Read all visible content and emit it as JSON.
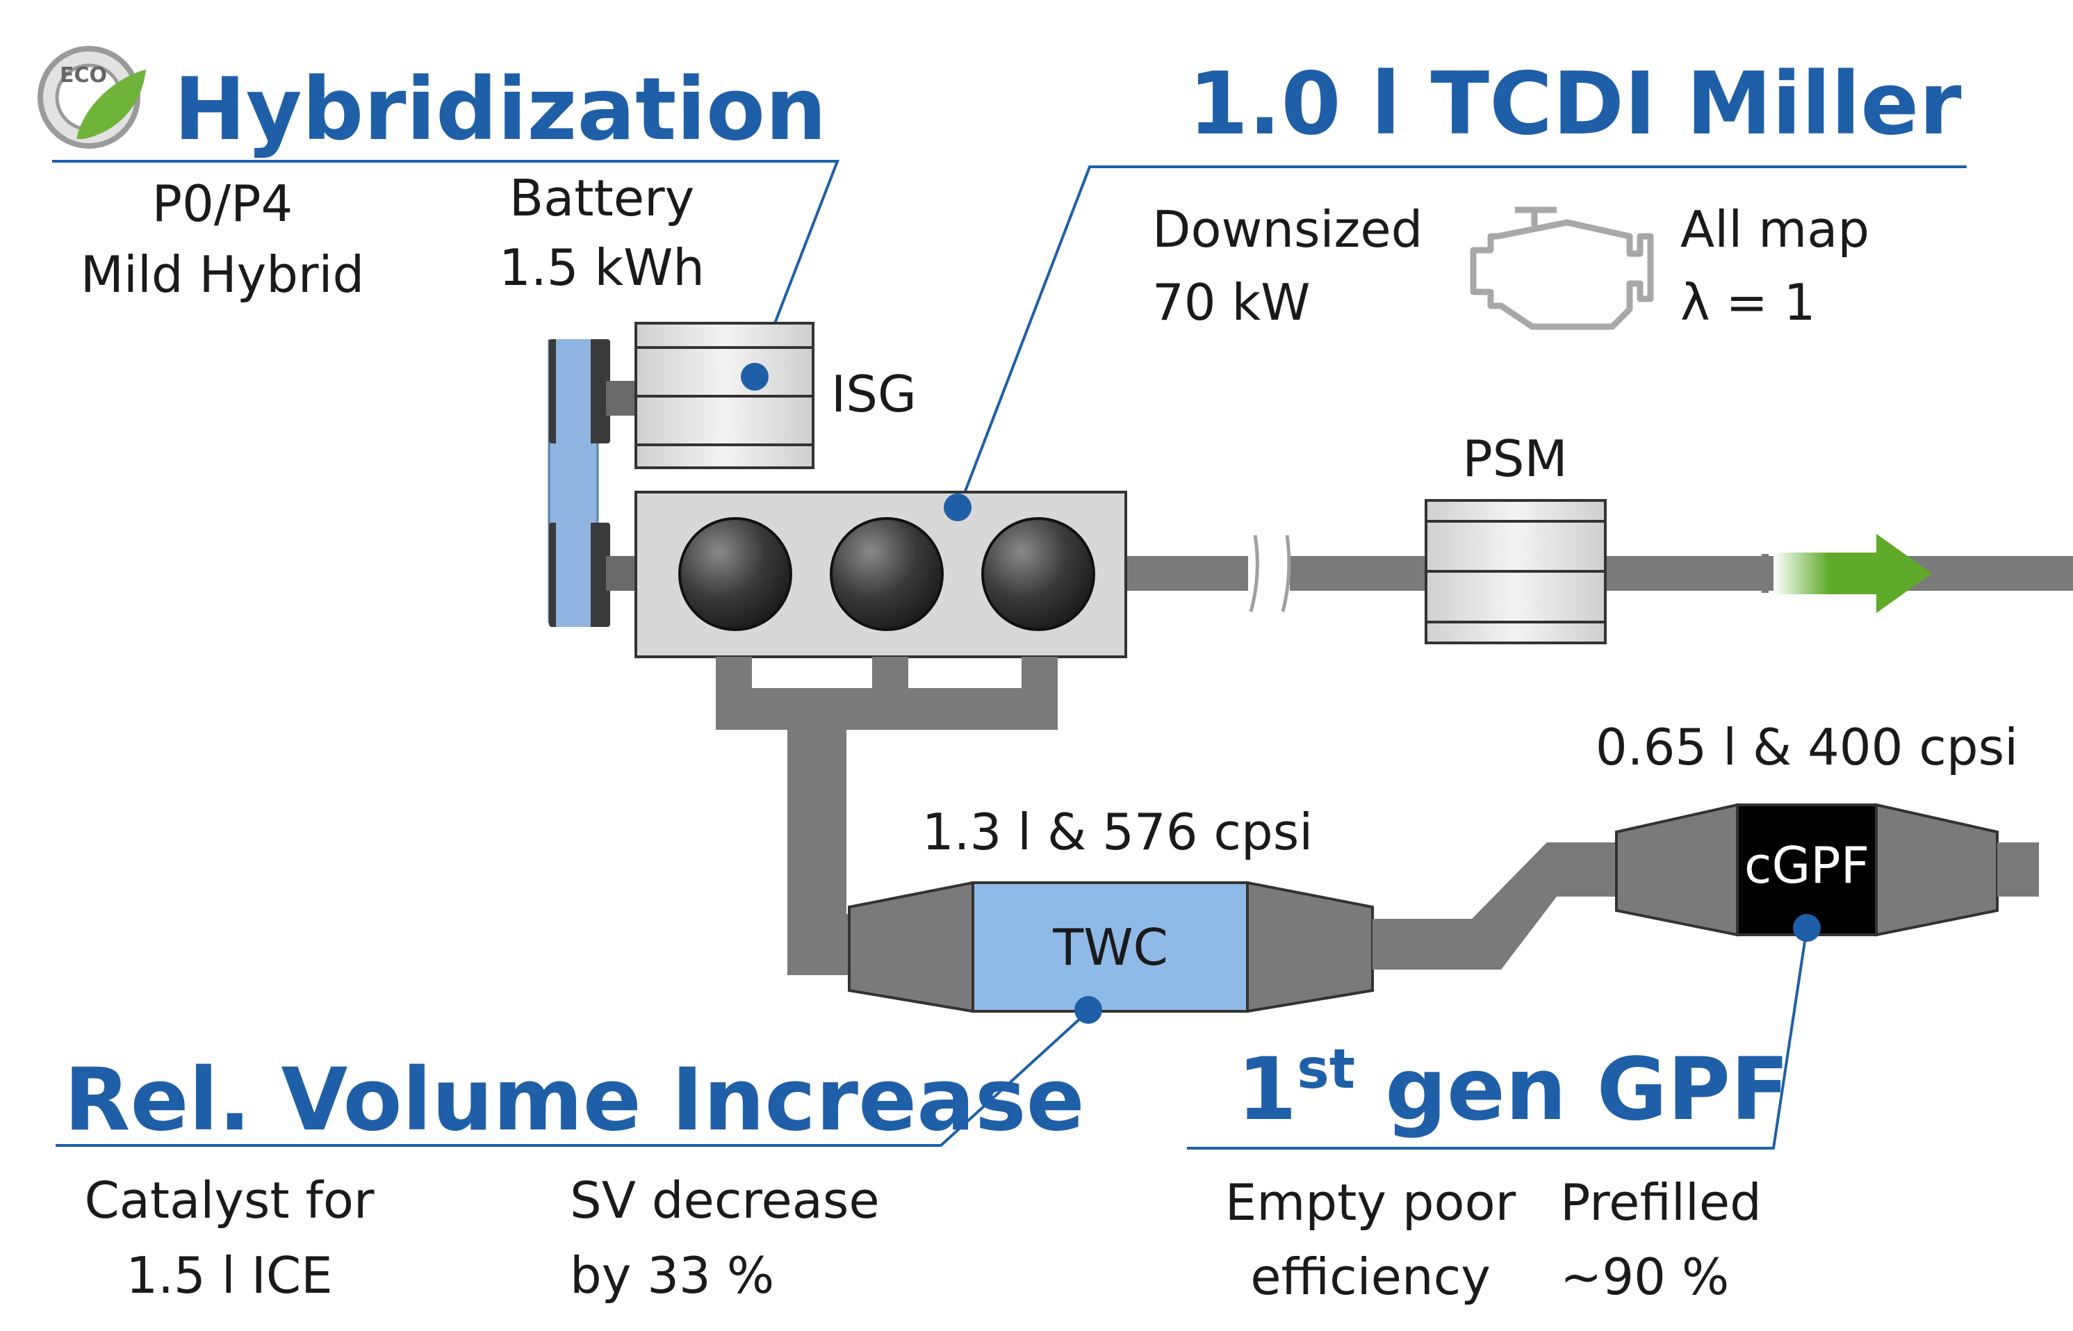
{
  "headings": {
    "hybridization": "Hybridization",
    "engine": "1.0 l TCDI Miller",
    "volume": "Rel. Volume Increase",
    "gpf_main": "1",
    "gpf_sup": "st",
    "gpf_rest": " gen GPF"
  },
  "hybrid": {
    "type_line1": "P0/P4",
    "type_line2": "Mild Hybrid",
    "battery_line1": "Battery",
    "battery_line2": "1.5 kWh",
    "isg": "ISG"
  },
  "eco_logo": "ECO",
  "engine": {
    "downsized_line1": "Downsized",
    "downsized_line2": "70 kW",
    "map_line1": "All map",
    "map_line2": "λ = 1"
  },
  "psm": "PSM",
  "twc": {
    "spec": "1.3 l & 576 cpsi",
    "label": "TWC"
  },
  "gpf": {
    "spec": "0.65 l & 400 cpsi",
    "label": "cGPF"
  },
  "volume_notes": {
    "catalyst_line1": "Catalyst for",
    "catalyst_line2": "1.5 l ICE",
    "sv_line1": "SV decrease",
    "sv_line2": "by 33 %"
  },
  "gpf_notes": {
    "empty_line1": "Empty poor",
    "empty_line2": "efficiency",
    "prefilled_line1": "Prefilled",
    "prefilled_line2": "~90 %"
  },
  "colors": {
    "heading_blue": "#1f5fa8",
    "pipe_gray": "#7a7a7a",
    "twc_blue": "#8fb9e6",
    "belt_blue": "#8fb4df",
    "arrow_green": "#5faa2b",
    "gpf_black": "#000000"
  }
}
